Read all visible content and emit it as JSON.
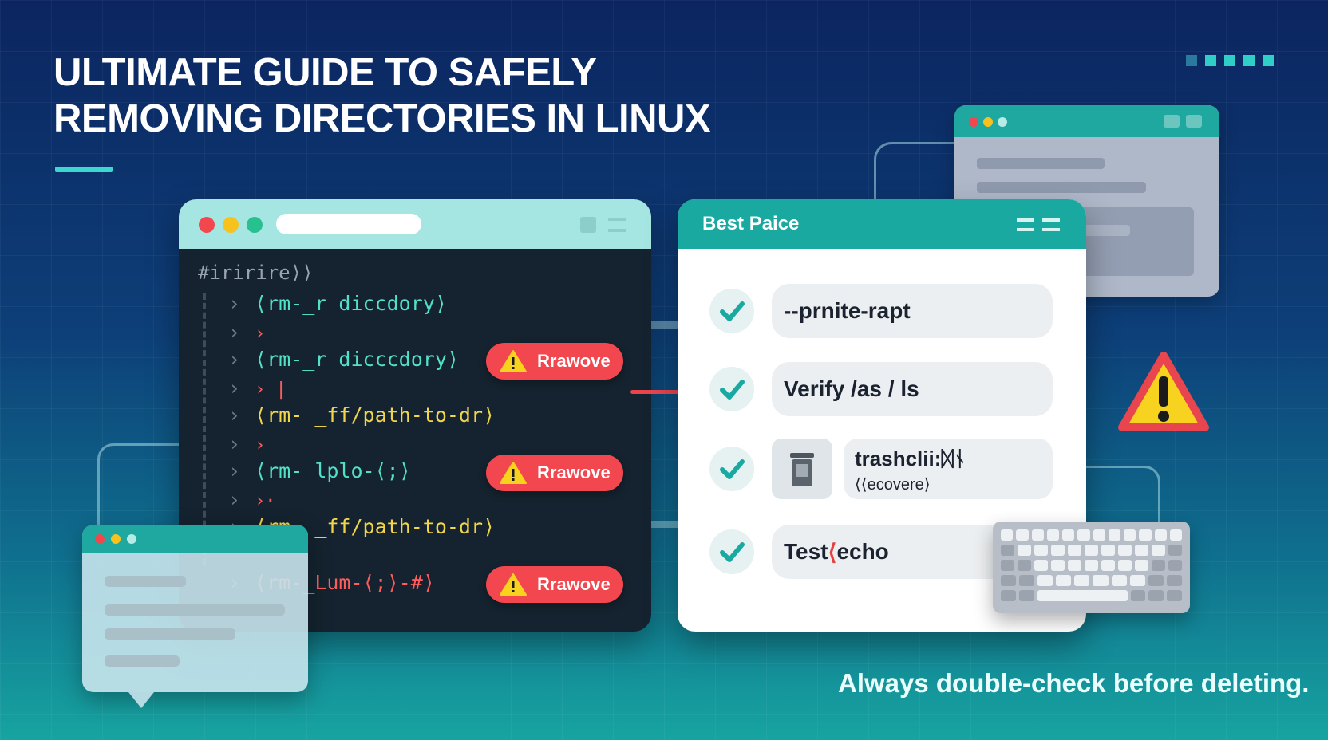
{
  "headline": {
    "line1": "ULTIMATE GUIDE TO SAFELY",
    "line2": "REMOVING DIRECTORIES IN LINUX"
  },
  "terminal": {
    "header_text": "#iririre⟩⟩",
    "lines": [
      {
        "text": "⟨rm-_r diccdory⟩"
      },
      {
        "text": "›"
      },
      {
        "text": "⟨rm-_r dicccdory⟩"
      },
      {
        "text": "› |"
      },
      {
        "text": "⟨rm- _ff/path-to-dr⟩"
      },
      {
        "text": "›"
      },
      {
        "text": "⟨rm-_lplo-⟨;⟩"
      },
      {
        "text": "›·"
      },
      {
        "text": "⟨rm- _ff/path-to-dr⟩"
      },
      {
        "text": "⟨rm-_Lum-⟨;⟩-#⟩"
      }
    ],
    "warning_label": "Rrawove"
  },
  "best_practice": {
    "title": "Best Paice",
    "items": [
      {
        "label": "--prnite-rapt"
      },
      {
        "label": "Verify /as  /  ls"
      },
      {
        "label": "trashclii:ᛞᚾ",
        "sublabel": "⟨⟨ecovere⟩"
      },
      {
        "label_prefix": "Test ",
        "label_accent": "⟨",
        "label_suffix": "echo"
      }
    ]
  },
  "footer": {
    "note": "Always double-check before deleting."
  },
  "colors": {
    "accent_teal": "#1aa9a1",
    "danger_red": "#f2474f",
    "warning_yellow": "#f7d21e"
  }
}
